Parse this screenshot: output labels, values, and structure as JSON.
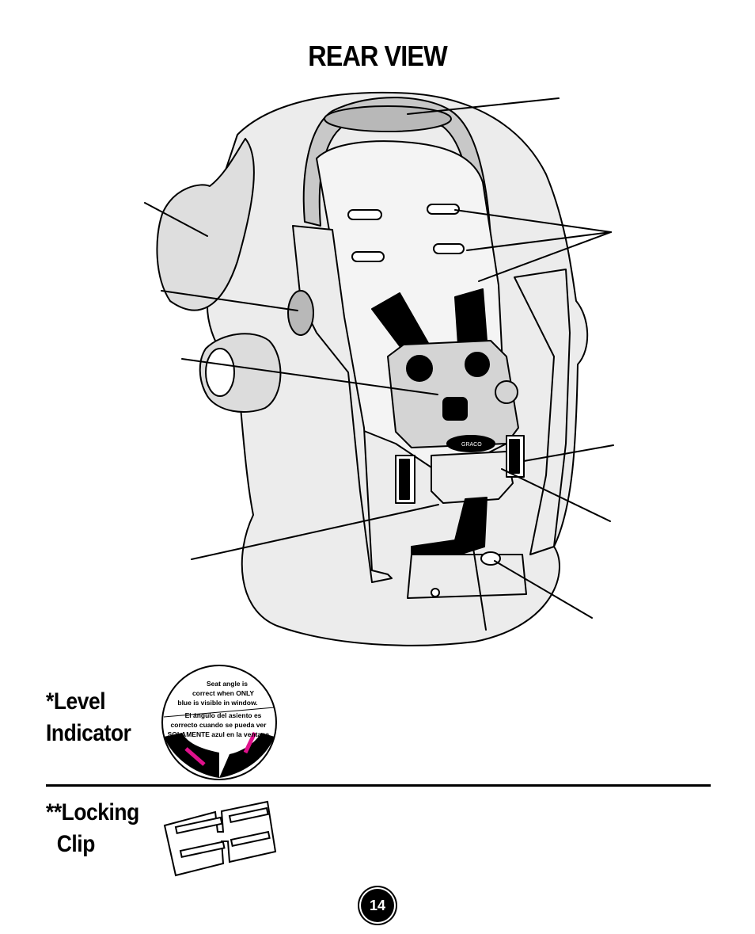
{
  "page": {
    "title": "REAR VIEW",
    "page_number": "14"
  },
  "level_indicator": {
    "label_line1": "*Level",
    "label_line2": "Indicator",
    "sticker_text_en1": "Seat angle is",
    "sticker_text_en2": "correct when ONLY",
    "sticker_text_en3": "blue is visible in window.",
    "sticker_text_es1": "El ángulo del asiento es",
    "sticker_text_es2": "correcto cuando se pueda ver",
    "sticker_text_es3": "SOLAMENTE azul en la ventana."
  },
  "locking_clip": {
    "label_line1": "**Locking",
    "label_line2": "  Clip"
  },
  "seat_badge": {
    "brand": "GRACO"
  },
  "colors": {
    "ink": "#000000",
    "fill_light": "#ececec",
    "fill_mid": "#d6d6d6",
    "fill_dark": "#b8b8b8",
    "arrow_magenta": "#e0118c"
  }
}
